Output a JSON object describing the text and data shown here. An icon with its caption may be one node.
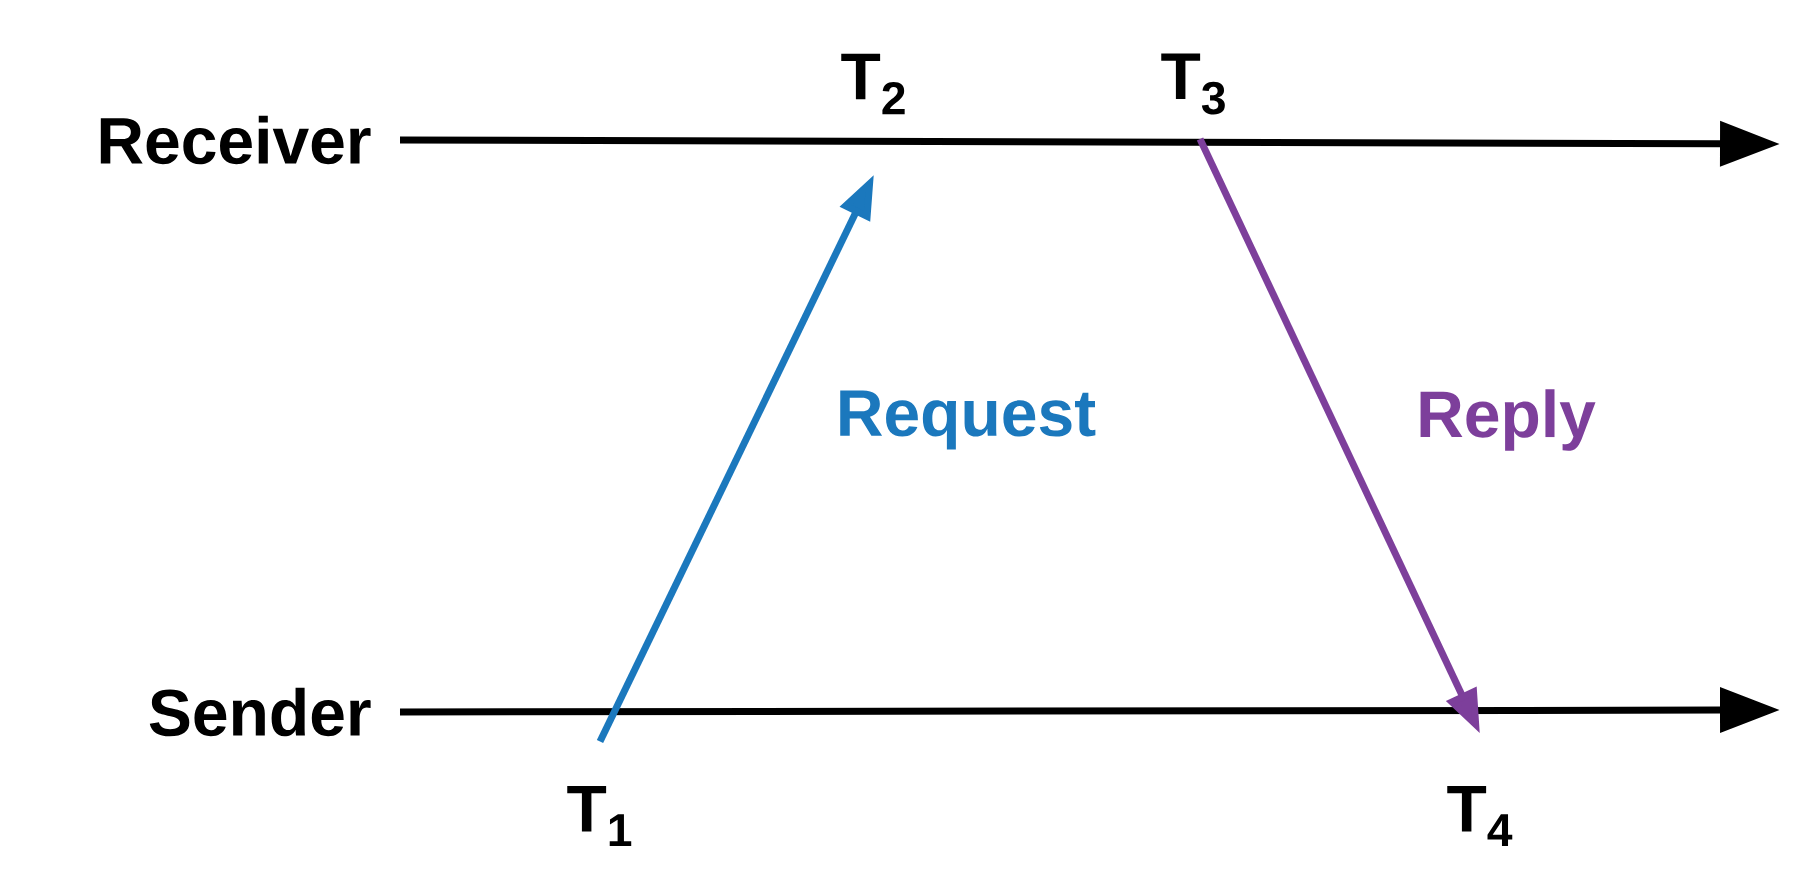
{
  "diagram": {
    "nodes": [
      {
        "text": [
          "Receiver"
        ]
      },
      {
        "text": [
          "Sender"
        ]
      },
      {
        "text": [
          "T$_{1}$"
        ]
      },
      {
        "text": [
          "T$_{2}$"
        ]
      },
      {
        "text": [
          "T$_{3}$"
        ]
      },
      {
        "text": [
          "T$_{4}$"
        ]
      }
    ],
    "edges": [
      {
        "from": 0,
        "to": null,
        "arrow": "to"
      },
      {
        "from": 1,
        "to": null,
        "arrow": "to"
      },
      {
        "from": 2,
        "to": 3,
        "arrow": "to",
        "label": "Request",
        "color": "#1b78bd"
      },
      {
        "from": 4,
        "to": 5,
        "arrow": "to",
        "label": "Reply",
        "color": "#7d3f9b"
      }
    ]
  }
}
